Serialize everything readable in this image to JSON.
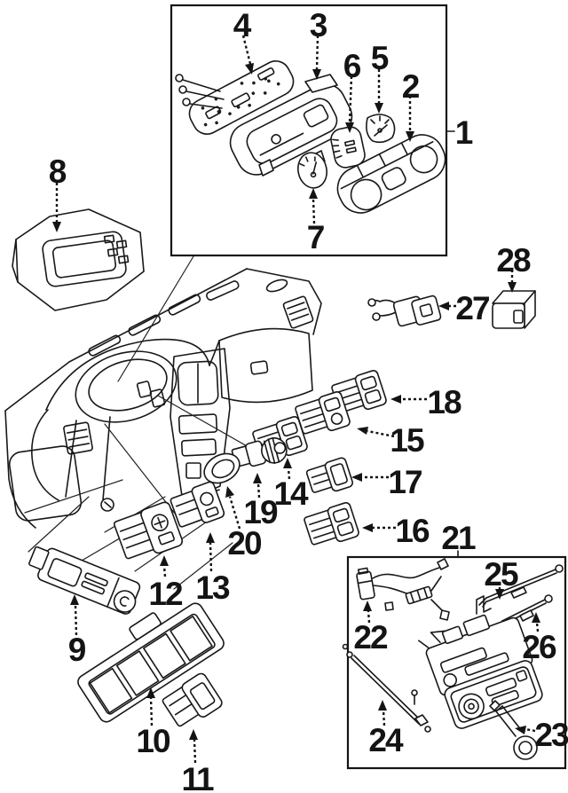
{
  "figure": {
    "background": "#ffffff",
    "line_color": "#181818"
  },
  "callouts": [
    {
      "num": "1"
    },
    {
      "num": "2"
    },
    {
      "num": "3"
    },
    {
      "num": "4"
    },
    {
      "num": "5"
    },
    {
      "num": "6"
    },
    {
      "num": "7"
    },
    {
      "num": "8"
    },
    {
      "num": "9"
    },
    {
      "num": "10"
    },
    {
      "num": "11"
    },
    {
      "num": "12"
    },
    {
      "num": "13"
    },
    {
      "num": "14"
    },
    {
      "num": "15"
    },
    {
      "num": "16"
    },
    {
      "num": "17"
    },
    {
      "num": "18"
    },
    {
      "num": "19"
    },
    {
      "num": "20"
    },
    {
      "num": "21"
    },
    {
      "num": "22"
    },
    {
      "num": "23"
    },
    {
      "num": "24"
    },
    {
      "num": "25"
    },
    {
      "num": "26"
    },
    {
      "num": "27"
    },
    {
      "num": "28"
    }
  ]
}
